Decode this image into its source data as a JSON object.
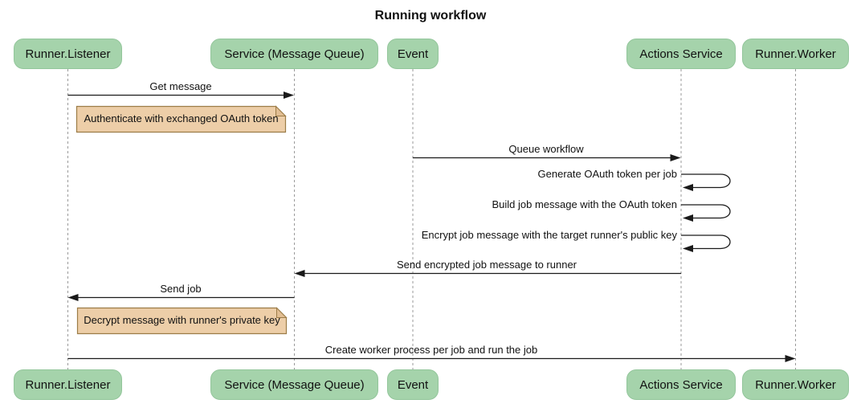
{
  "title": "Running workflow",
  "colors": {
    "actor_fill": "#A5D3AB",
    "actor_border": "#93C69B",
    "note_fill": "#EDCEA8",
    "note_border": "#9C7C47",
    "note_fold_fill": "#E2BE93",
    "line": "#1A1A1A",
    "lifeline": "#9A9A9A",
    "text": "#111111",
    "background": "#FFFFFF"
  },
  "participants": [
    {
      "label": "Runner.Listener"
    },
    {
      "label": "Service (Message Queue)"
    },
    {
      "label": "Event"
    },
    {
      "label": "Actions Service"
    },
    {
      "label": "Runner.Worker"
    }
  ],
  "messages": [
    {
      "label": "Get message",
      "from": "Runner.Listener",
      "to": "Service (Message Queue)",
      "type": "solid-arrow"
    },
    {
      "label": "Queue workflow",
      "from": "Event",
      "to": "Actions Service",
      "type": "solid-arrow"
    },
    {
      "label": "Generate OAuth token per job",
      "from": "Actions Service",
      "to": "Actions Service",
      "type": "self-loop"
    },
    {
      "label": "Build job message with the OAuth token",
      "from": "Actions Service",
      "to": "Actions Service",
      "type": "self-loop"
    },
    {
      "label": "Encrypt job message with the target runner's public key",
      "from": "Actions Service",
      "to": "Actions Service",
      "type": "self-loop"
    },
    {
      "label": "Send encrypted job message to runner",
      "from": "Actions Service",
      "to": "Service (Message Queue)",
      "type": "solid-arrow"
    },
    {
      "label": "Send job",
      "from": "Service (Message Queue)",
      "to": "Runner.Listener",
      "type": "solid-arrow"
    },
    {
      "label": "Create worker process per job and run the job",
      "from": "Runner.Listener",
      "to": "Runner.Worker",
      "type": "solid-arrow"
    }
  ],
  "notes": [
    {
      "label": "Authenticate with exchanged OAuth token",
      "over": "Runner.Listener, Service (Message Queue)"
    },
    {
      "label": "Decrypt message with runner's private key",
      "over": "Runner.Listener, Service (Message Queue)"
    }
  ]
}
